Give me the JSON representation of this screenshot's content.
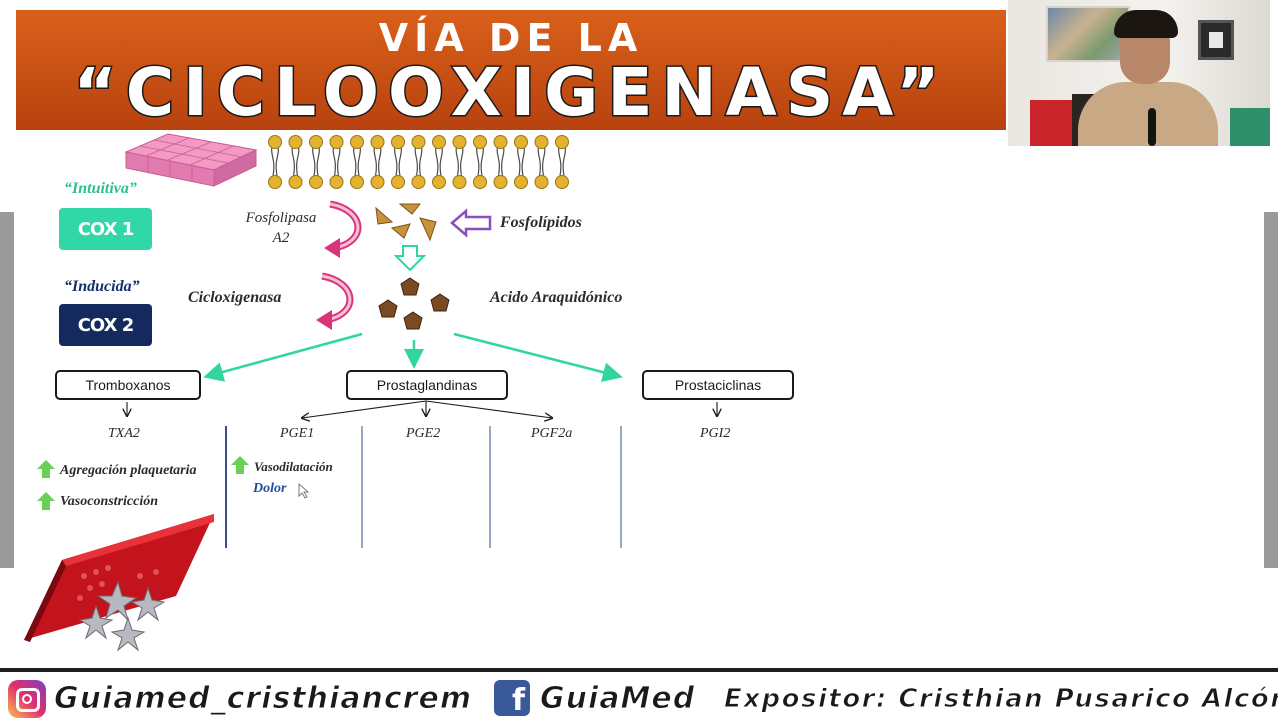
{
  "title": {
    "line1": "VÍA DE LA",
    "line2": "“CICLOOXIGENASA”"
  },
  "enzymes": {
    "cox1": {
      "qualifier": "“Intuitiva”",
      "label": "COX 1"
    },
    "cox2": {
      "qualifier": "“Inducida”",
      "label": "COX 2"
    }
  },
  "pathway": {
    "fosfolipasa": "Fosfolipasa A2",
    "fosfolipidos": "Fosfolípidos",
    "ciclooxigenasa": "Cicloxigenasa",
    "acido": "Acido Araquidónico"
  },
  "products": [
    {
      "label": "Tromboxanos"
    },
    {
      "label": "Prostaglandinas"
    },
    {
      "label": "Prostaciclinas"
    }
  ],
  "subtypes": {
    "txa2": "TXA2",
    "pge1": "PGE1",
    "pge2": "PGE2",
    "pgf2a": "PGF2a",
    "pgi2": "PGI2"
  },
  "effects": {
    "txa2": [
      "Agregación plaquetaria",
      "Vasoconstricción"
    ],
    "pge1": [
      "Vasodilatación",
      "Dolor"
    ]
  },
  "colors": {
    "banner": "#c94f14",
    "cox1": "#31d7a6",
    "cox2": "#142a5e",
    "arrow_green": "#2fd6a0",
    "arrow_pink": "#d9347a",
    "arrow_purple": "#8a4fb8",
    "up_arrow": "#6ccf57"
  },
  "footer": {
    "instagram": "Guiamed_cristhiancrem",
    "facebook": "GuiaMed",
    "expositor": "Expositor: Cristhian Pusarico Alcón"
  }
}
